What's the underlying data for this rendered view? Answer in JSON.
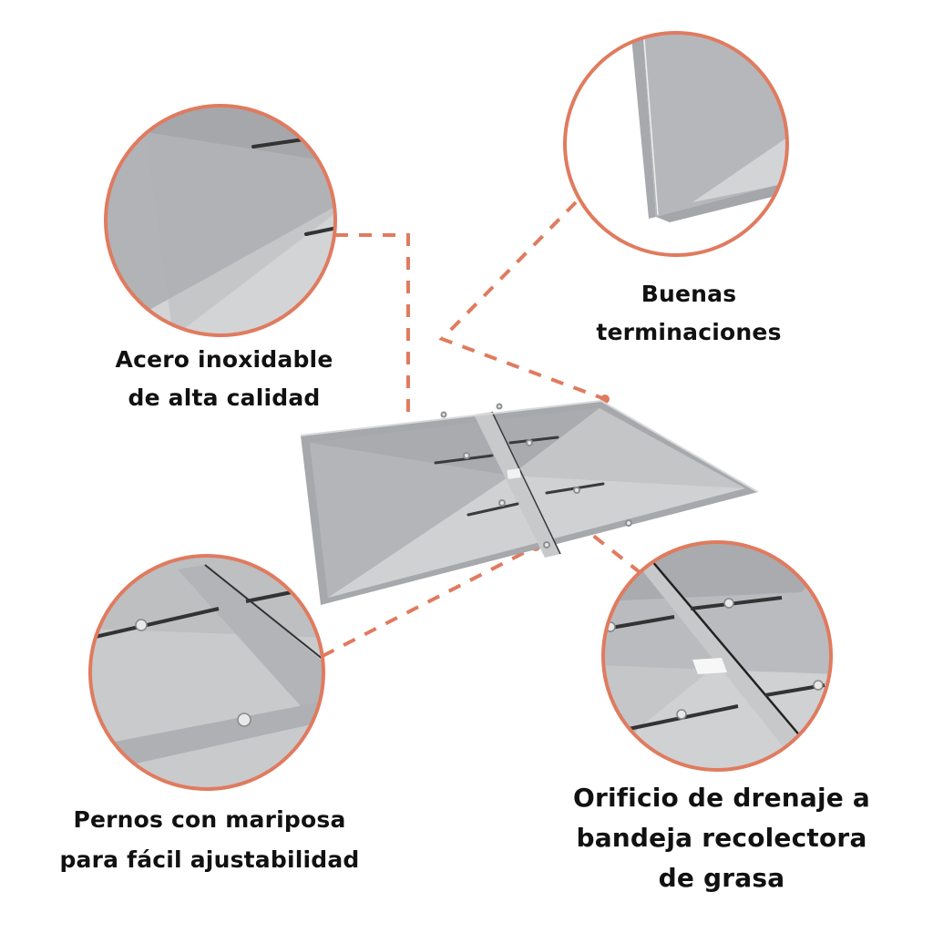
{
  "accent_color": "#E07B5F",
  "steel_colors": {
    "dark": "#A6A8AB",
    "mid": "#B7B9BC",
    "light": "#CFD1D3",
    "lighter": "#DADBDC",
    "edge": "#9A9C9F",
    "bar": "#C5C6C8"
  },
  "product": {
    "name": "grill-drip-tray"
  },
  "callouts": [
    {
      "id": "material",
      "lines": [
        "Acero inoxidable",
        "de alta calidad"
      ]
    },
    {
      "id": "finish",
      "lines": [
        "Buenas",
        "terminaciones"
      ]
    },
    {
      "id": "bolts",
      "lines": [
        "Pernos con mariposa",
        "para fácil ajustabilidad"
      ]
    },
    {
      "id": "drain",
      "lines": [
        "Orificio de drenaje a",
        "bandeja recolectora",
        "de grasa"
      ]
    }
  ]
}
